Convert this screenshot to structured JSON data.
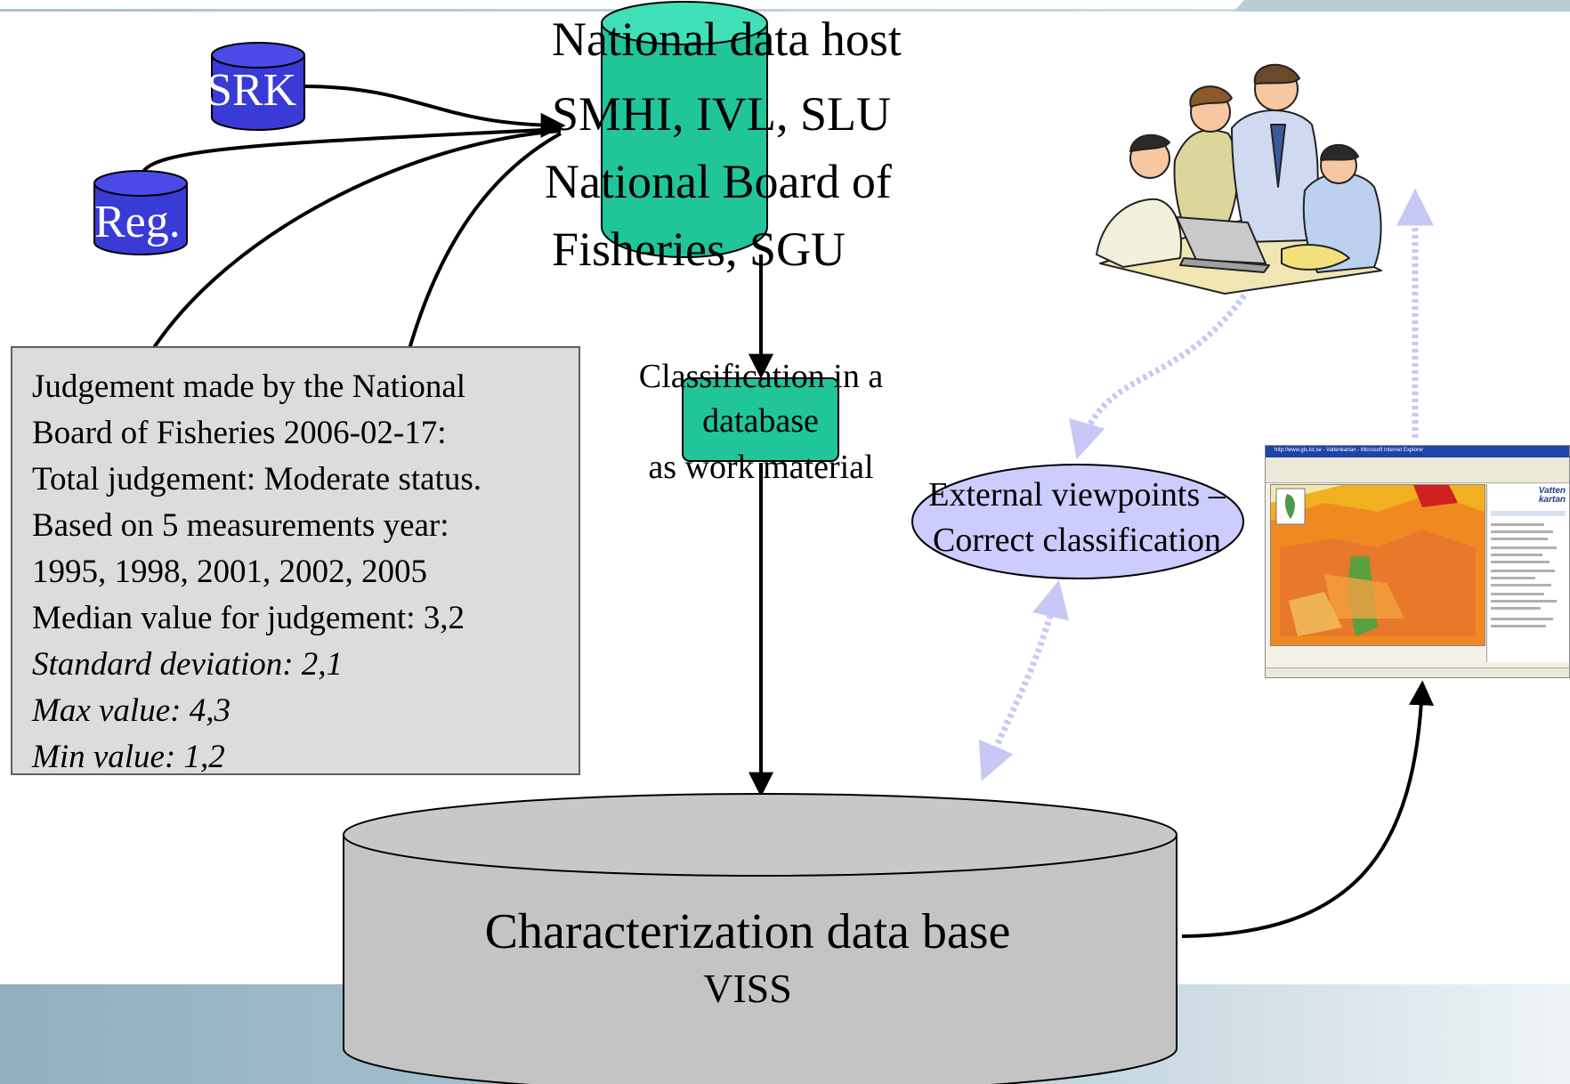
{
  "colors": {
    "teal": "#20c59a",
    "teal_light": "#3fe0b8",
    "blue_db": "#3a3ad6",
    "grey_db": "#c4c4c4",
    "lavender": "#ccccff",
    "dashed_arrow": "#c8c8f6",
    "band": "#9fb9c6"
  },
  "national_host": {
    "line1": "National data host",
    "line2": "SMHI, IVL, SLU",
    "line3": "National Board of",
    "line4": "Fisheries, SGU"
  },
  "srk": {
    "label": "SRK"
  },
  "reg": {
    "label": "Reg."
  },
  "judgement": {
    "lines": [
      "Judgement made by the National",
      "Board of  Fisheries 2006-02-17:",
      "Total judgement: Moderate status.",
      "Based on 5 measurements year:",
      "1995, 1998, 2001, 2002, 2005",
      "Median value for judgement: 3,2"
    ],
    "italic_lines": [
      "Standard deviation: 2,1",
      "Max value: 4,3",
      "Min value: 1,2"
    ]
  },
  "classification": {
    "line1": "Classification  in a",
    "line2": "database",
    "line3": "as work material"
  },
  "external": {
    "line1": "External viewpoints –",
    "line2": "Correct classification"
  },
  "characterization": {
    "line1": "Characterization data base",
    "line2": "VISS"
  },
  "screenshot": {
    "title": "http://www.gis.lst.se - Vattenkartan - Microsoft Internet Explorer",
    "logo_line1": "Vatten",
    "logo_line2": "kartan"
  }
}
